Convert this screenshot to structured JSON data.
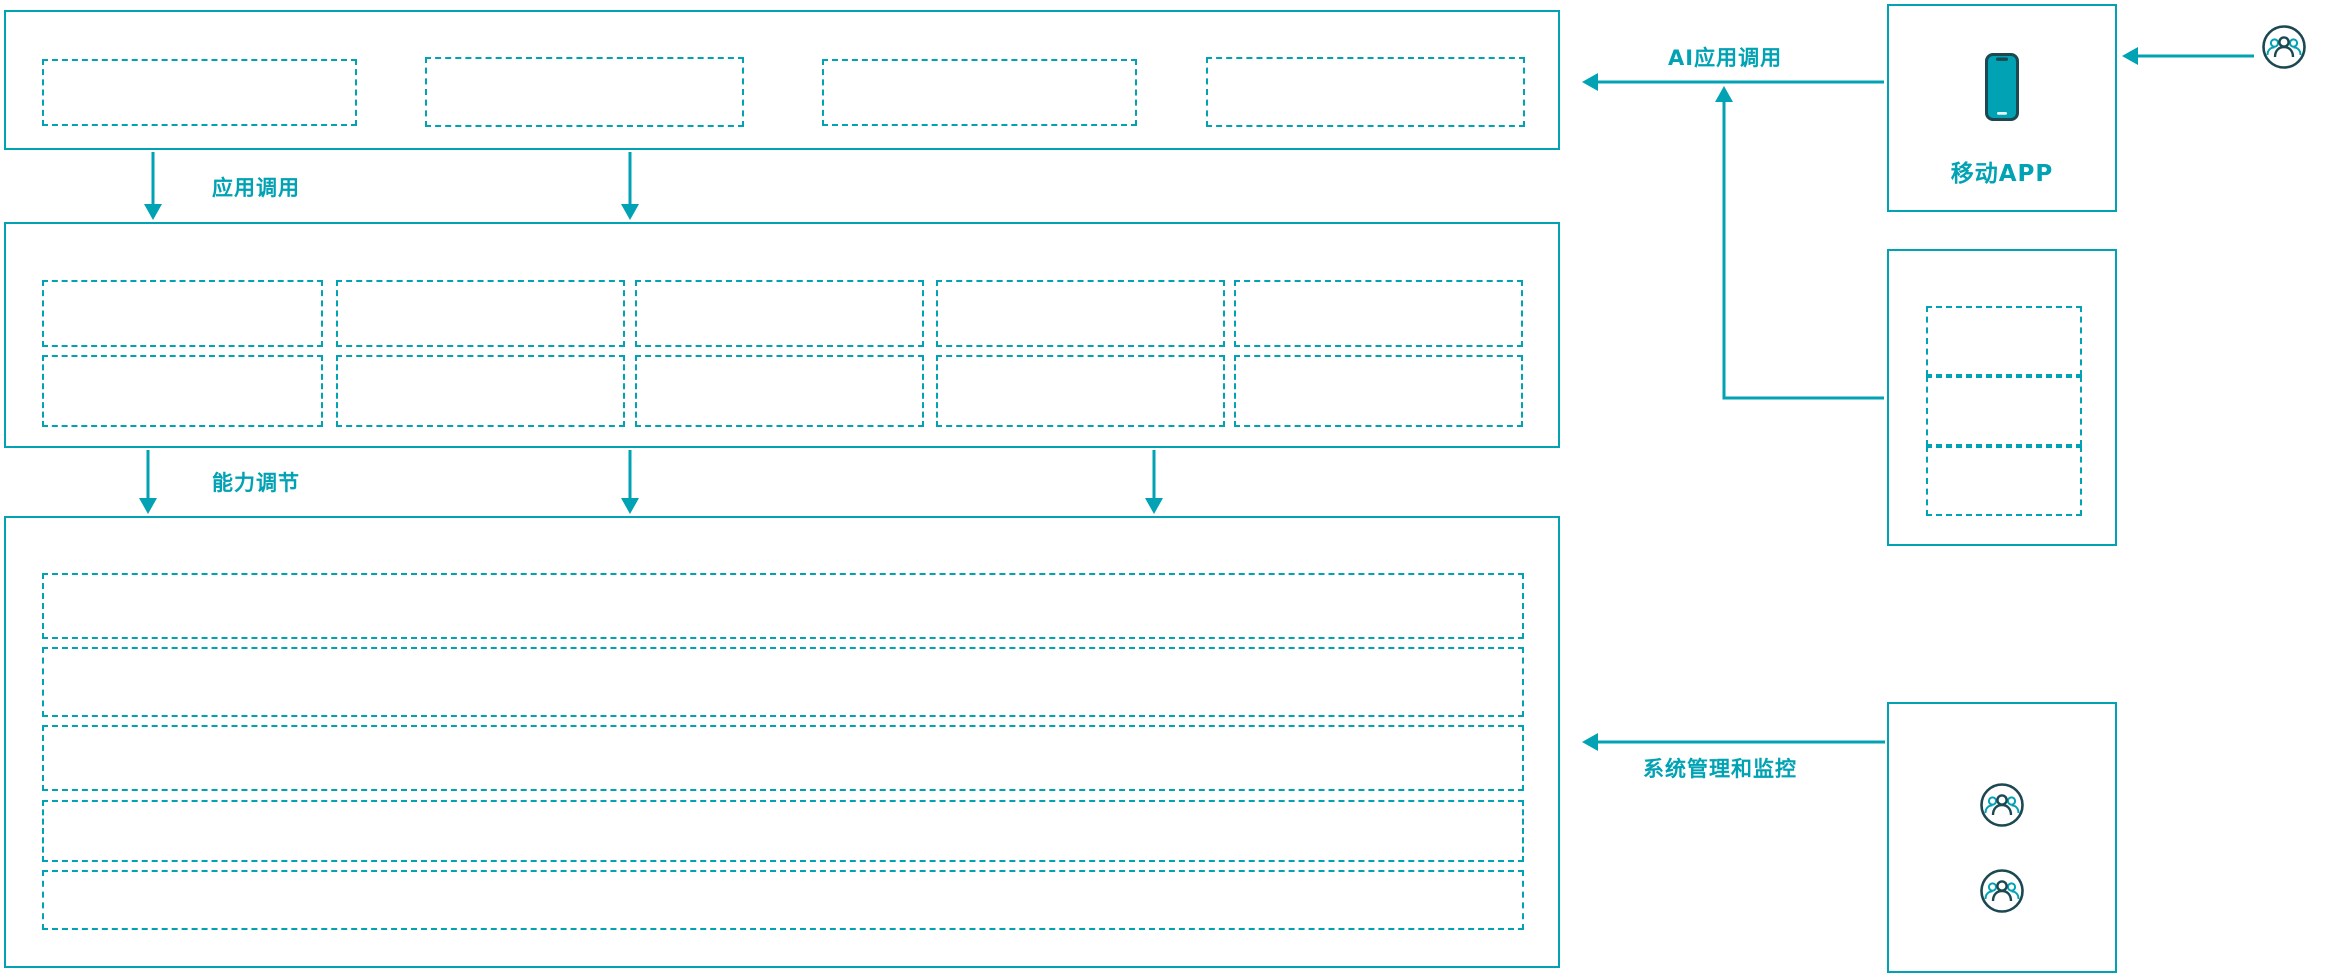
{
  "diagram": {
    "labels": {
      "app_call": "应用调用",
      "capability_adjust": "能力调节",
      "ai_app_call": "AI应用调用",
      "system_management": "系统管理和监控",
      "mobile_app": "移动APP"
    },
    "colors": {
      "accent_teal": "#00a2b3",
      "icon_dark": "#1c4852",
      "background": "#ffffff"
    },
    "icons": {
      "top_right_actor": "users-group-icon",
      "mobile_device": "smartphone-icon",
      "admin_actors": [
        "users-group-icon",
        "users-group-icon"
      ]
    },
    "structure": {
      "top_layer_placeholders": 4,
      "middle_layer_rows": 2,
      "middle_layer_cols": 5,
      "bottom_layer_bands": 5,
      "right_panel_placeholders": 3
    }
  }
}
